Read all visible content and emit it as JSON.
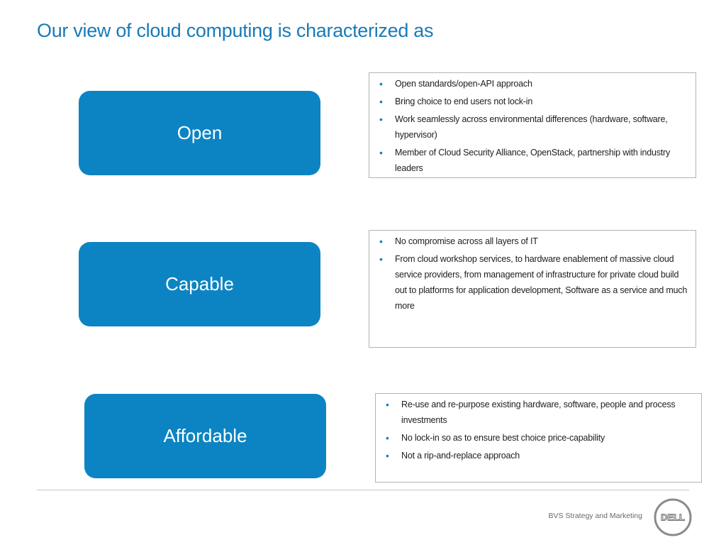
{
  "title": "Our view of cloud computing is characterized as",
  "colors": {
    "accent": "#0c84c3",
    "title": "#1a7ab8"
  },
  "pillars": [
    {
      "label": "Open",
      "bullets": [
        "Open standards/open-API approach",
        "Bring choice to end users not lock-in",
        "Work seamlessly across environmental differences (hardware, software, hypervisor)",
        "Member of Cloud Security Alliance, OpenStack, partnership with industry leaders"
      ]
    },
    {
      "label": "Capable",
      "bullets": [
        "No compromise across all layers of IT",
        "From cloud workshop services, to hardware enablement of massive cloud service providers, from management of infrastructure for private cloud build out to platforms for application development, Software as a service and much more"
      ]
    },
    {
      "label": "Affordable",
      "bullets": [
        "Re-use and re-purpose existing hardware, software, people and process investments",
        "No lock-in so as to ensure best choice price-capability",
        "Not a rip-and-replace approach"
      ]
    }
  ],
  "footer": {
    "text": "BVS Strategy and Marketing",
    "logo_text": "DELL",
    "logo_icon": "dell-logo-icon"
  }
}
